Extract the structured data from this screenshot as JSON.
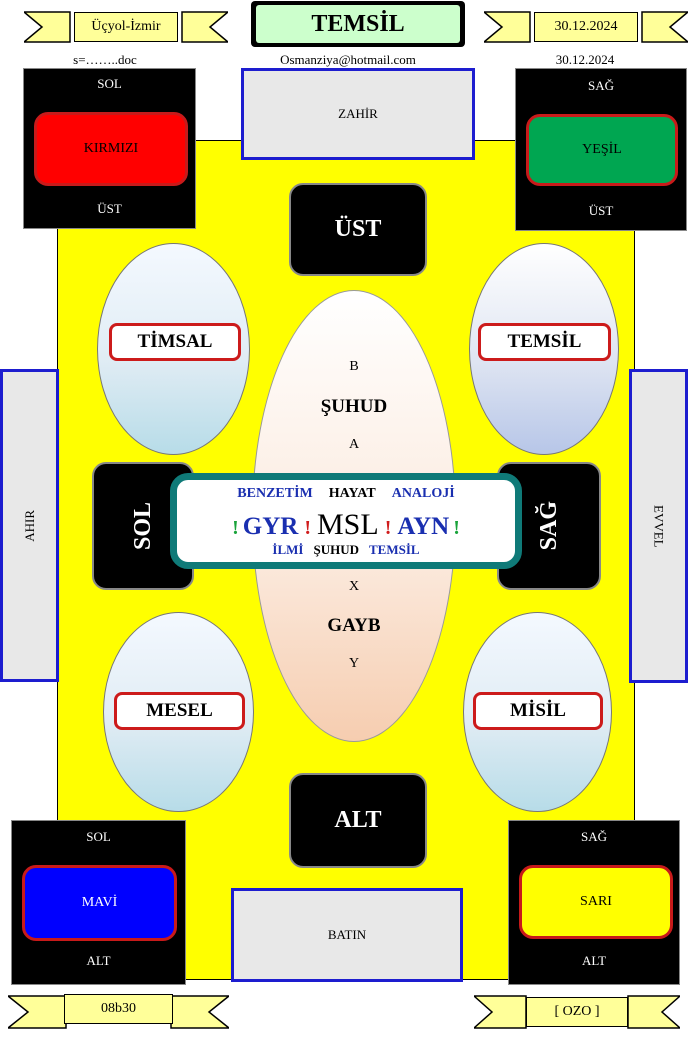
{
  "header": {
    "left_ribbon": "Üçyol-İzmir",
    "title": "TEMSİL",
    "right_ribbon": "30.12.2024",
    "file_name": "s=……..doc",
    "email": "Osmanziya@hotmail.com",
    "date": "30.12.2024"
  },
  "panels": {
    "top": "ZAHİR",
    "bottom": "BATIN",
    "left": "AHIR",
    "right": "EVVEL"
  },
  "corners": {
    "top_left": {
      "top": "SOL",
      "inner": "KIRMIZI",
      "bottom": "ÜST",
      "color": "#ff0000"
    },
    "top_right": {
      "top": "SAĞ",
      "inner": "YEŞİL",
      "bottom": "ÜST",
      "color": "#00a651"
    },
    "bottom_left": {
      "top": "SOL",
      "inner": "MAVİ",
      "bottom": "ALT",
      "color": "#0000ff"
    },
    "bottom_right": {
      "top": "SAĞ",
      "inner": "SARI",
      "bottom": "ALT",
      "color": "#ffff00"
    }
  },
  "directions": {
    "up": "ÜST",
    "down": "ALT",
    "left": "SOL",
    "right": "SAĞ"
  },
  "ellipses": {
    "top_left": "TİMSAL",
    "top_right": "TEMSİL",
    "bottom_left": "MESEL",
    "bottom_right": "MİSİL"
  },
  "center": {
    "b": "B",
    "suhud": "ŞUHUD",
    "a": "A",
    "x": "X",
    "gayb": "GAYB",
    "y": "Y"
  },
  "msl": {
    "row1": [
      "BENZETİM",
      "HAYAT",
      "ANALOJİ"
    ],
    "excl": "!",
    "gyr": "GYR",
    "msl": "MSL",
    "ayn": "AYN",
    "row3": [
      "İLMİ",
      "ŞUHUD",
      "TEMSİL"
    ]
  },
  "footer": {
    "left_ribbon": "08b30",
    "right_ribbon": "[ OZO ]"
  }
}
